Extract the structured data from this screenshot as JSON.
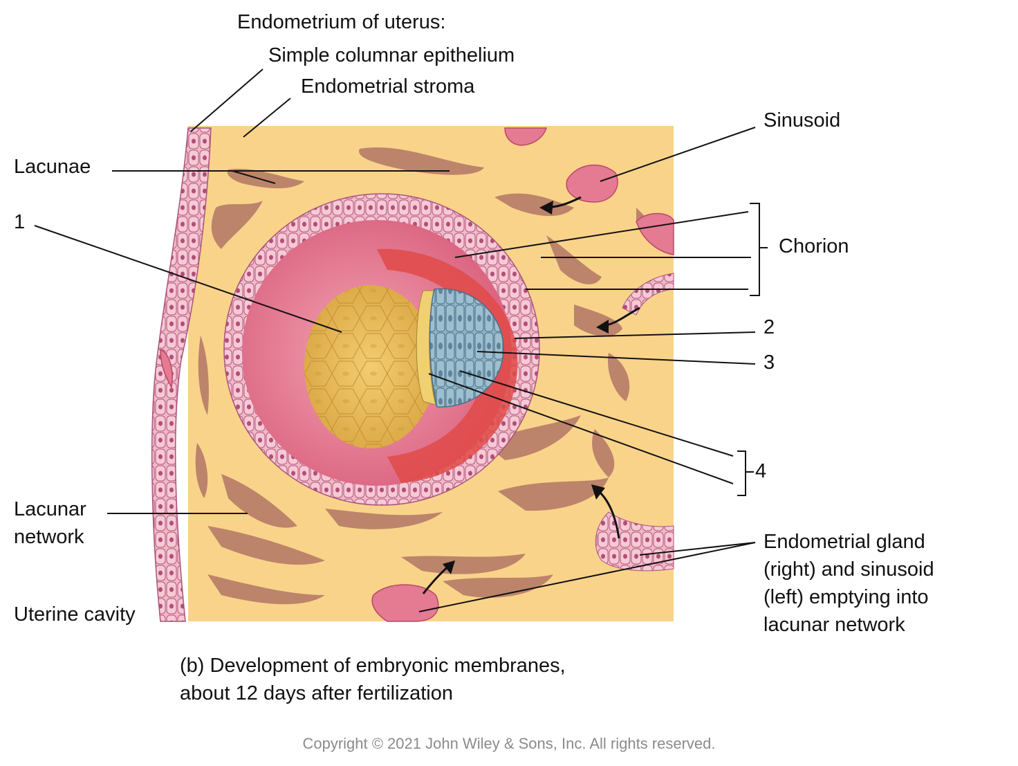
{
  "labels": {
    "endometrium": "Endometrium of uterus:",
    "simple_columnar": "Simple columnar epithelium",
    "stroma": "Endometrial stroma",
    "sinusoid": "Sinusoid",
    "lacunae": "Lacunae",
    "num1": "1",
    "chorion": "Chorion",
    "num2": "2",
    "num3": "3",
    "num4": "4",
    "lacunar_network_1": "Lacunar",
    "lacunar_network_2": "network",
    "uterine_cavity": "Uterine cavity",
    "gland_1": "Endometrial gland",
    "gland_2": "(right) and sinusoid",
    "gland_3": "(left) emptying into",
    "gland_4": "lacunar network"
  },
  "caption": {
    "line1": "(b) Development of embryonic membranes,",
    "line2": "about 12 days after fertilization"
  },
  "copyright": "Copyright © 2021 John Wiley & Sons, Inc. All rights reserved.",
  "colors": {
    "stroma": "#f9d38a",
    "lacuna": "#b9806a",
    "epithelium": "#eeb3c7",
    "cytotrophoblast": "#e9a0b8",
    "chorion_cavity": "#df6f86",
    "mesoderm_red": "#e04a48",
    "yolk_sac": "#e7b955",
    "epiblast": "#8fb3c6",
    "hypoblast": "#f0d070",
    "sinusoid": "#e06e8a"
  }
}
